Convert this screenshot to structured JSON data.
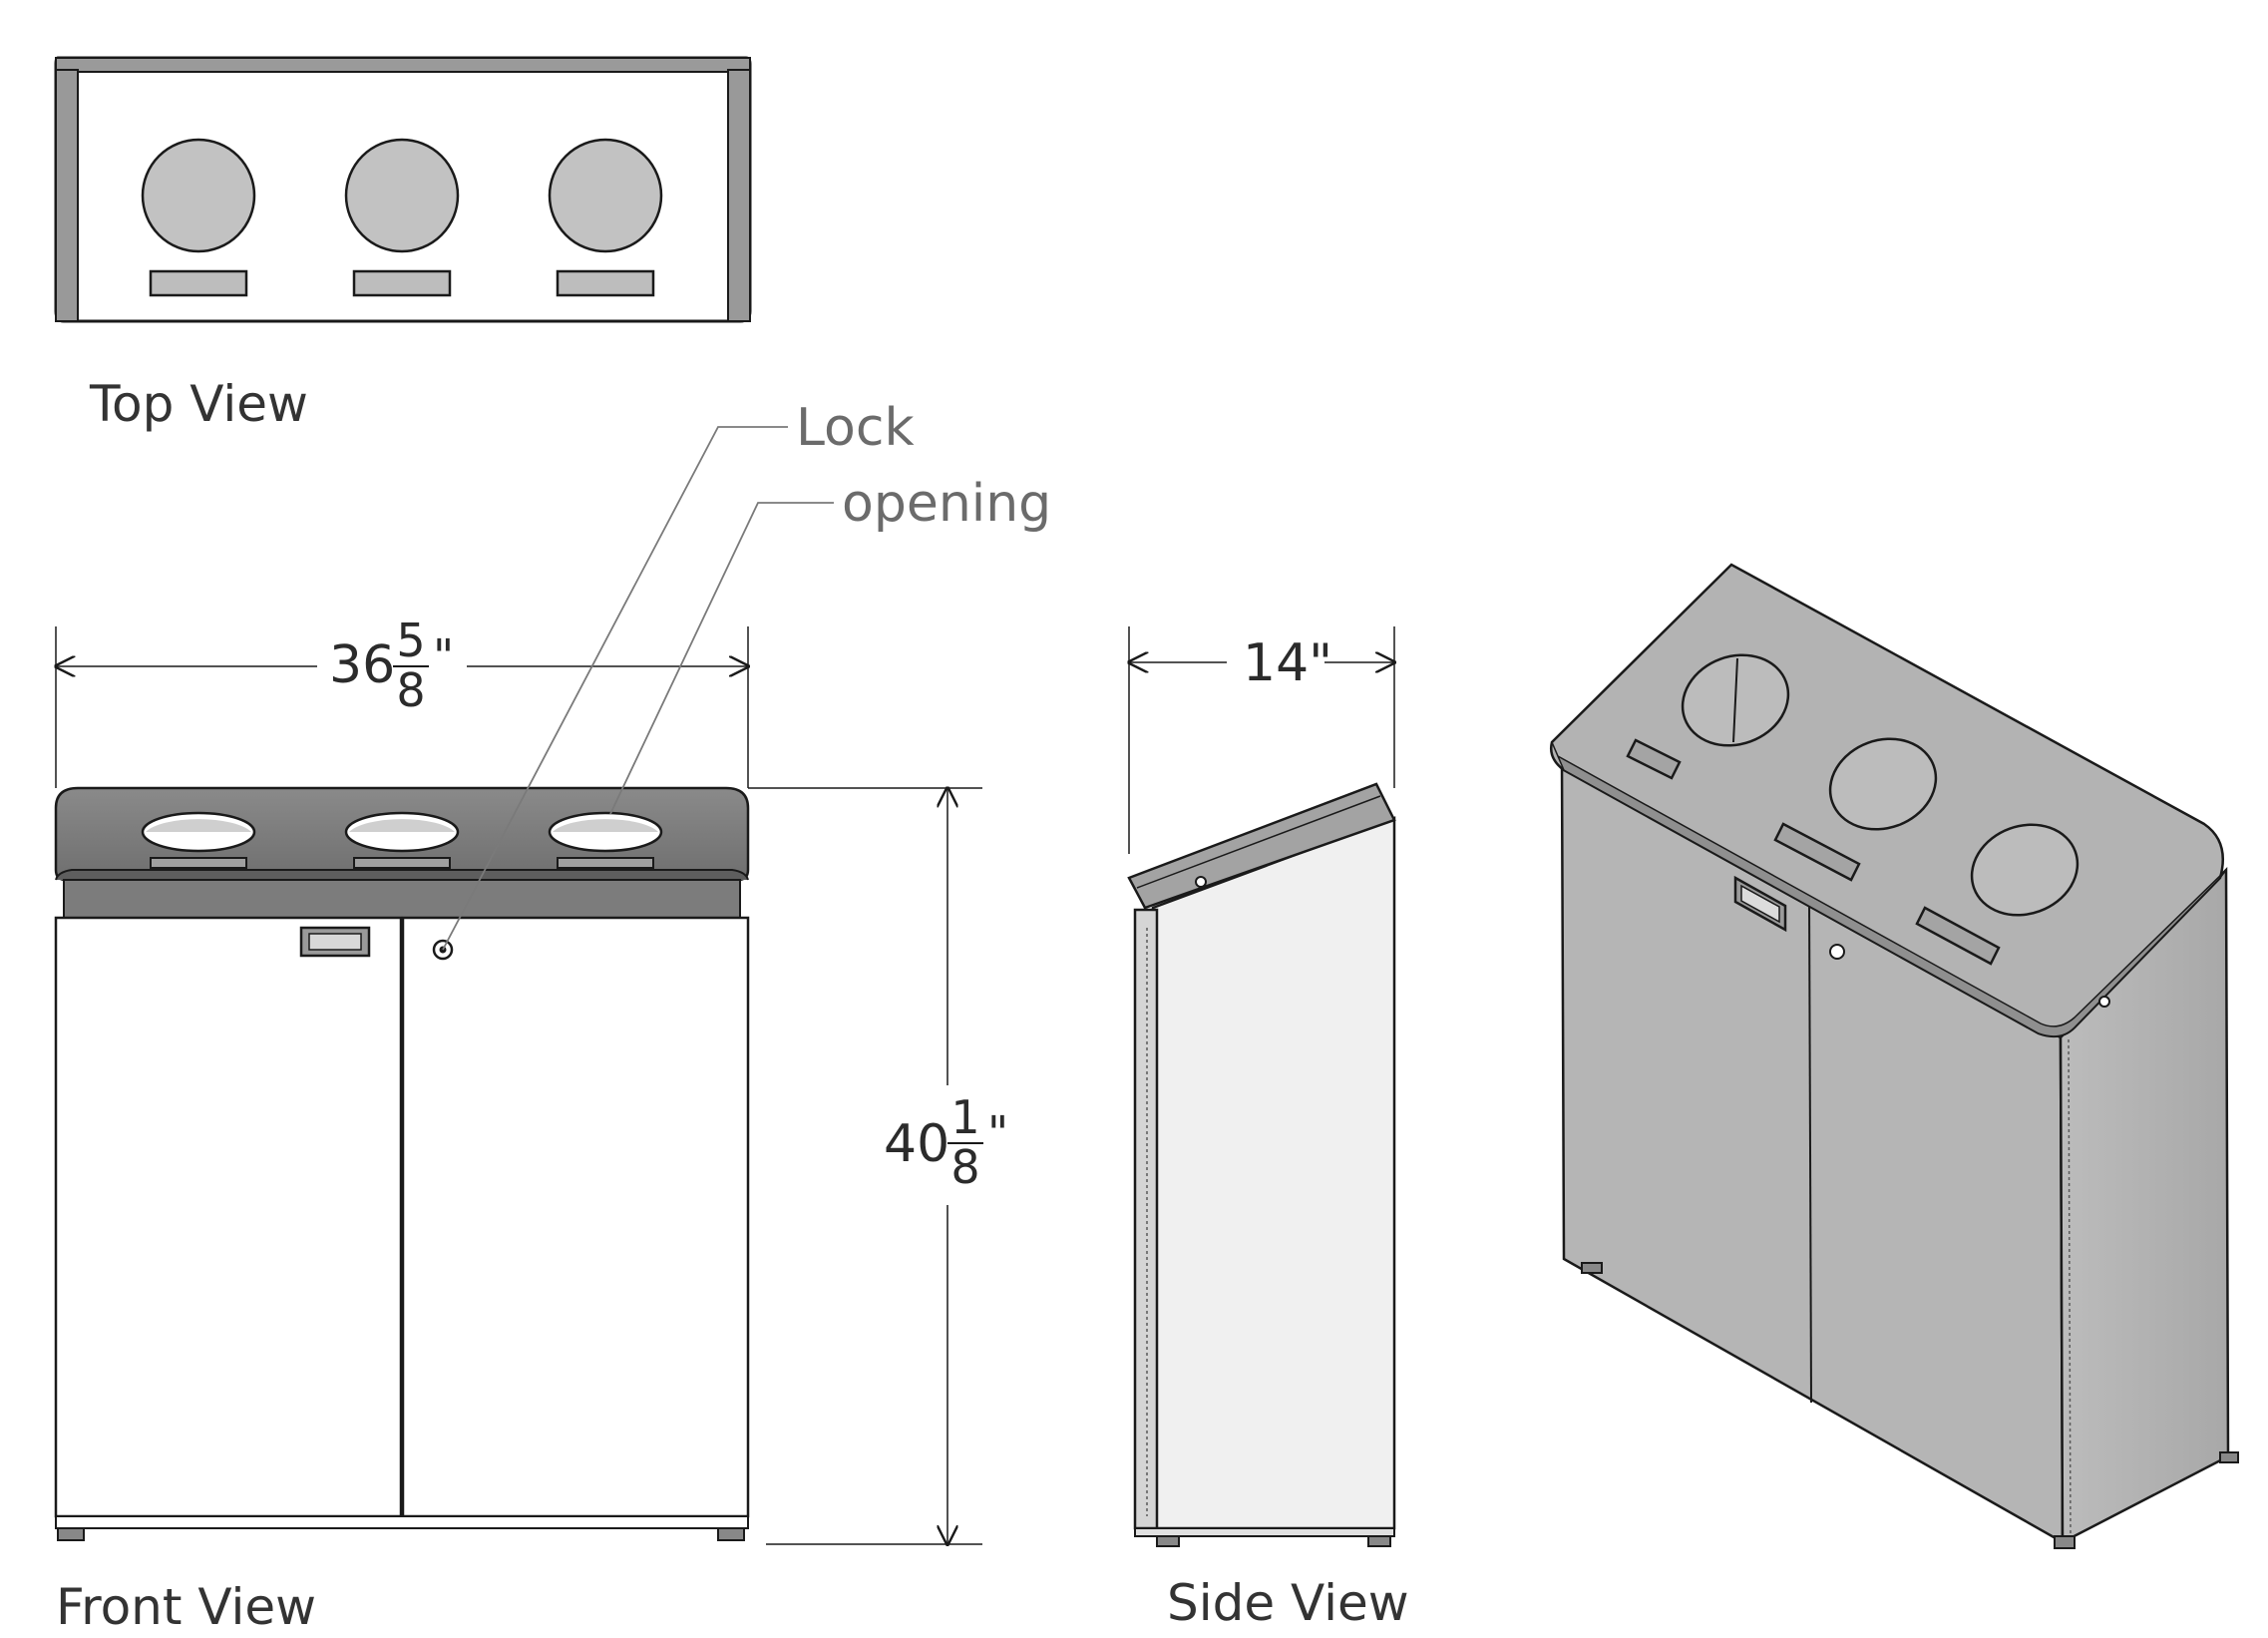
{
  "labels": {
    "top_view": "Top View",
    "front_view": "Front View",
    "side_view": "Side View"
  },
  "callouts": {
    "lock": "Lock",
    "opening": "opening"
  },
  "dimensions": {
    "width": {
      "whole": "36",
      "numerator": "5",
      "denominator": "8",
      "unit": "\""
    },
    "height": {
      "whole": "40",
      "numerator": "1",
      "denominator": "8",
      "unit": "\""
    },
    "depth": {
      "text": "14\""
    }
  },
  "colors": {
    "steel_light": "#bdbdbd",
    "steel_mid": "#a9a9a9",
    "steel_dark": "#7a7a7a",
    "line": "#1a1a1a",
    "callout_text": "#6b6b6b"
  }
}
